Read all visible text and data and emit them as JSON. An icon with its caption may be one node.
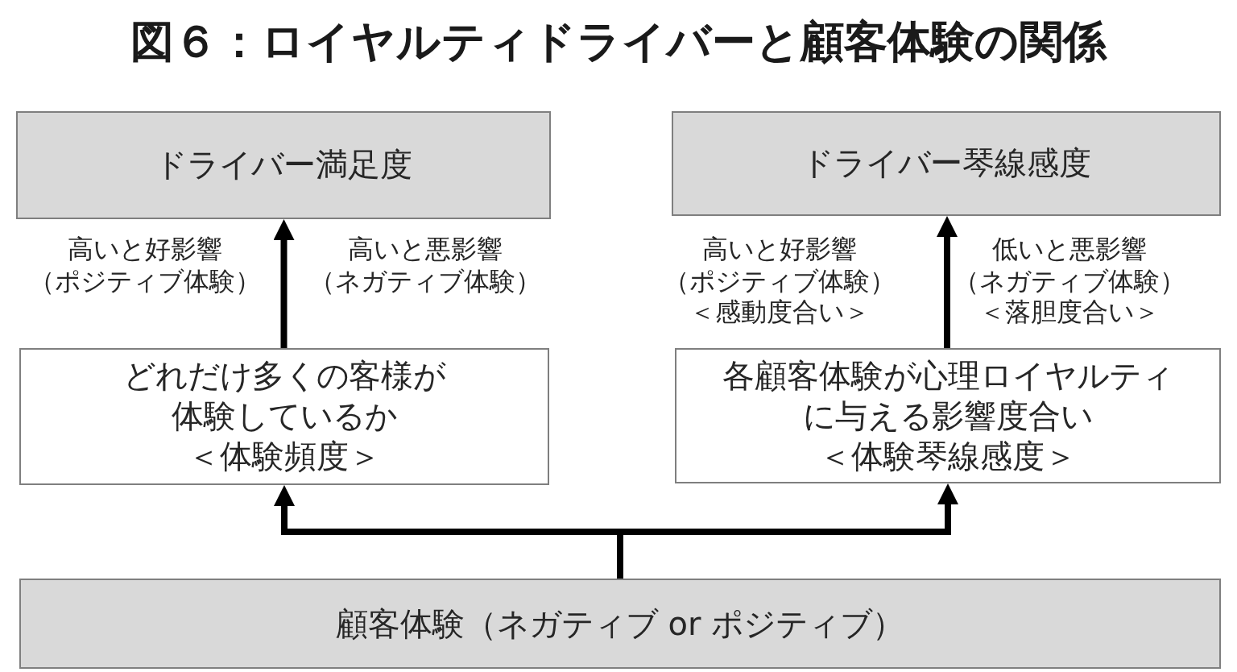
{
  "diagram": {
    "title": "図６：ロイヤルティドライバーと顧客体験の関係",
    "nodes": [
      {
        "text": [
          "ドライバー満足度"
        ]
      },
      {
        "text": [
          "ドライバー琴線感度"
        ]
      },
      {
        "text": [
          "どれだけ多くの客様が体験しているか",
          "＜体験頻度＞"
        ]
      },
      {
        "text": [
          "各顧客体験が心理ロイヤルティに与える影響度合い",
          "＜体験琴線感度＞"
        ]
      },
      {
        "text": [
          "顧客体験（ネガティブ or ポジティブ）"
        ]
      }
    ],
    "edges": [
      {
        "from": 2,
        "to": 0,
        "arrow": "to"
      },
      {
        "from": 3,
        "to": 1,
        "arrow": "to"
      },
      {
        "from": 4,
        "to": 2,
        "arrow": "to"
      },
      {
        "from": 4,
        "to": 3,
        "arrow": "to"
      }
    ],
    "labels": [
      "高いと好影響（ポジティブ体験）",
      "高いと悪影響（ネガティブ体験）",
      "高いと好影響（ポジティブ体験）＜感動度合い＞",
      "低いと悪影響（ネガティブ体験）＜落胆度合い＞"
    ]
  }
}
